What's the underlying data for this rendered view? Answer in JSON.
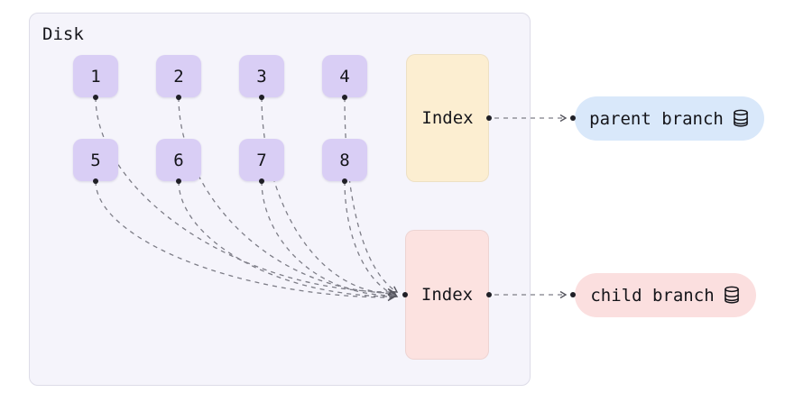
{
  "diagram": {
    "disk": {
      "label": "Disk",
      "blocks": [
        "1",
        "2",
        "3",
        "4",
        "5",
        "6",
        "7",
        "8"
      ],
      "parent_index_label": "Index",
      "child_index_label": "Index"
    },
    "branches": {
      "parent_label": "parent branch",
      "parent_icon": "database-icon",
      "child_label": "child branch",
      "child_icon": "database-icon"
    },
    "connections": [
      {
        "from": "block-1",
        "to": "child-index"
      },
      {
        "from": "block-2",
        "to": "child-index"
      },
      {
        "from": "block-3",
        "to": "child-index"
      },
      {
        "from": "block-4",
        "to": "child-index"
      },
      {
        "from": "block-5",
        "to": "child-index"
      },
      {
        "from": "block-6",
        "to": "child-index"
      },
      {
        "from": "block-7",
        "to": "child-index"
      },
      {
        "from": "block-8",
        "to": "child-index"
      },
      {
        "from": "parent-index",
        "to": "parent-branch"
      },
      {
        "from": "child-index",
        "to": "child-branch"
      }
    ],
    "colors": {
      "container_bg": "#f5f4fb",
      "container_border": "#dddce8",
      "block_bg": "#d9cef5",
      "parent_index_bg": "#fceed1",
      "child_index_bg": "#fce2e0",
      "parent_branch_bg": "#d9e8fa",
      "child_branch_bg": "#fbdfdf",
      "connector": "#7d7d87",
      "arrow": "#55555e",
      "dot": "#1f1f26",
      "text": "#15151a"
    }
  }
}
